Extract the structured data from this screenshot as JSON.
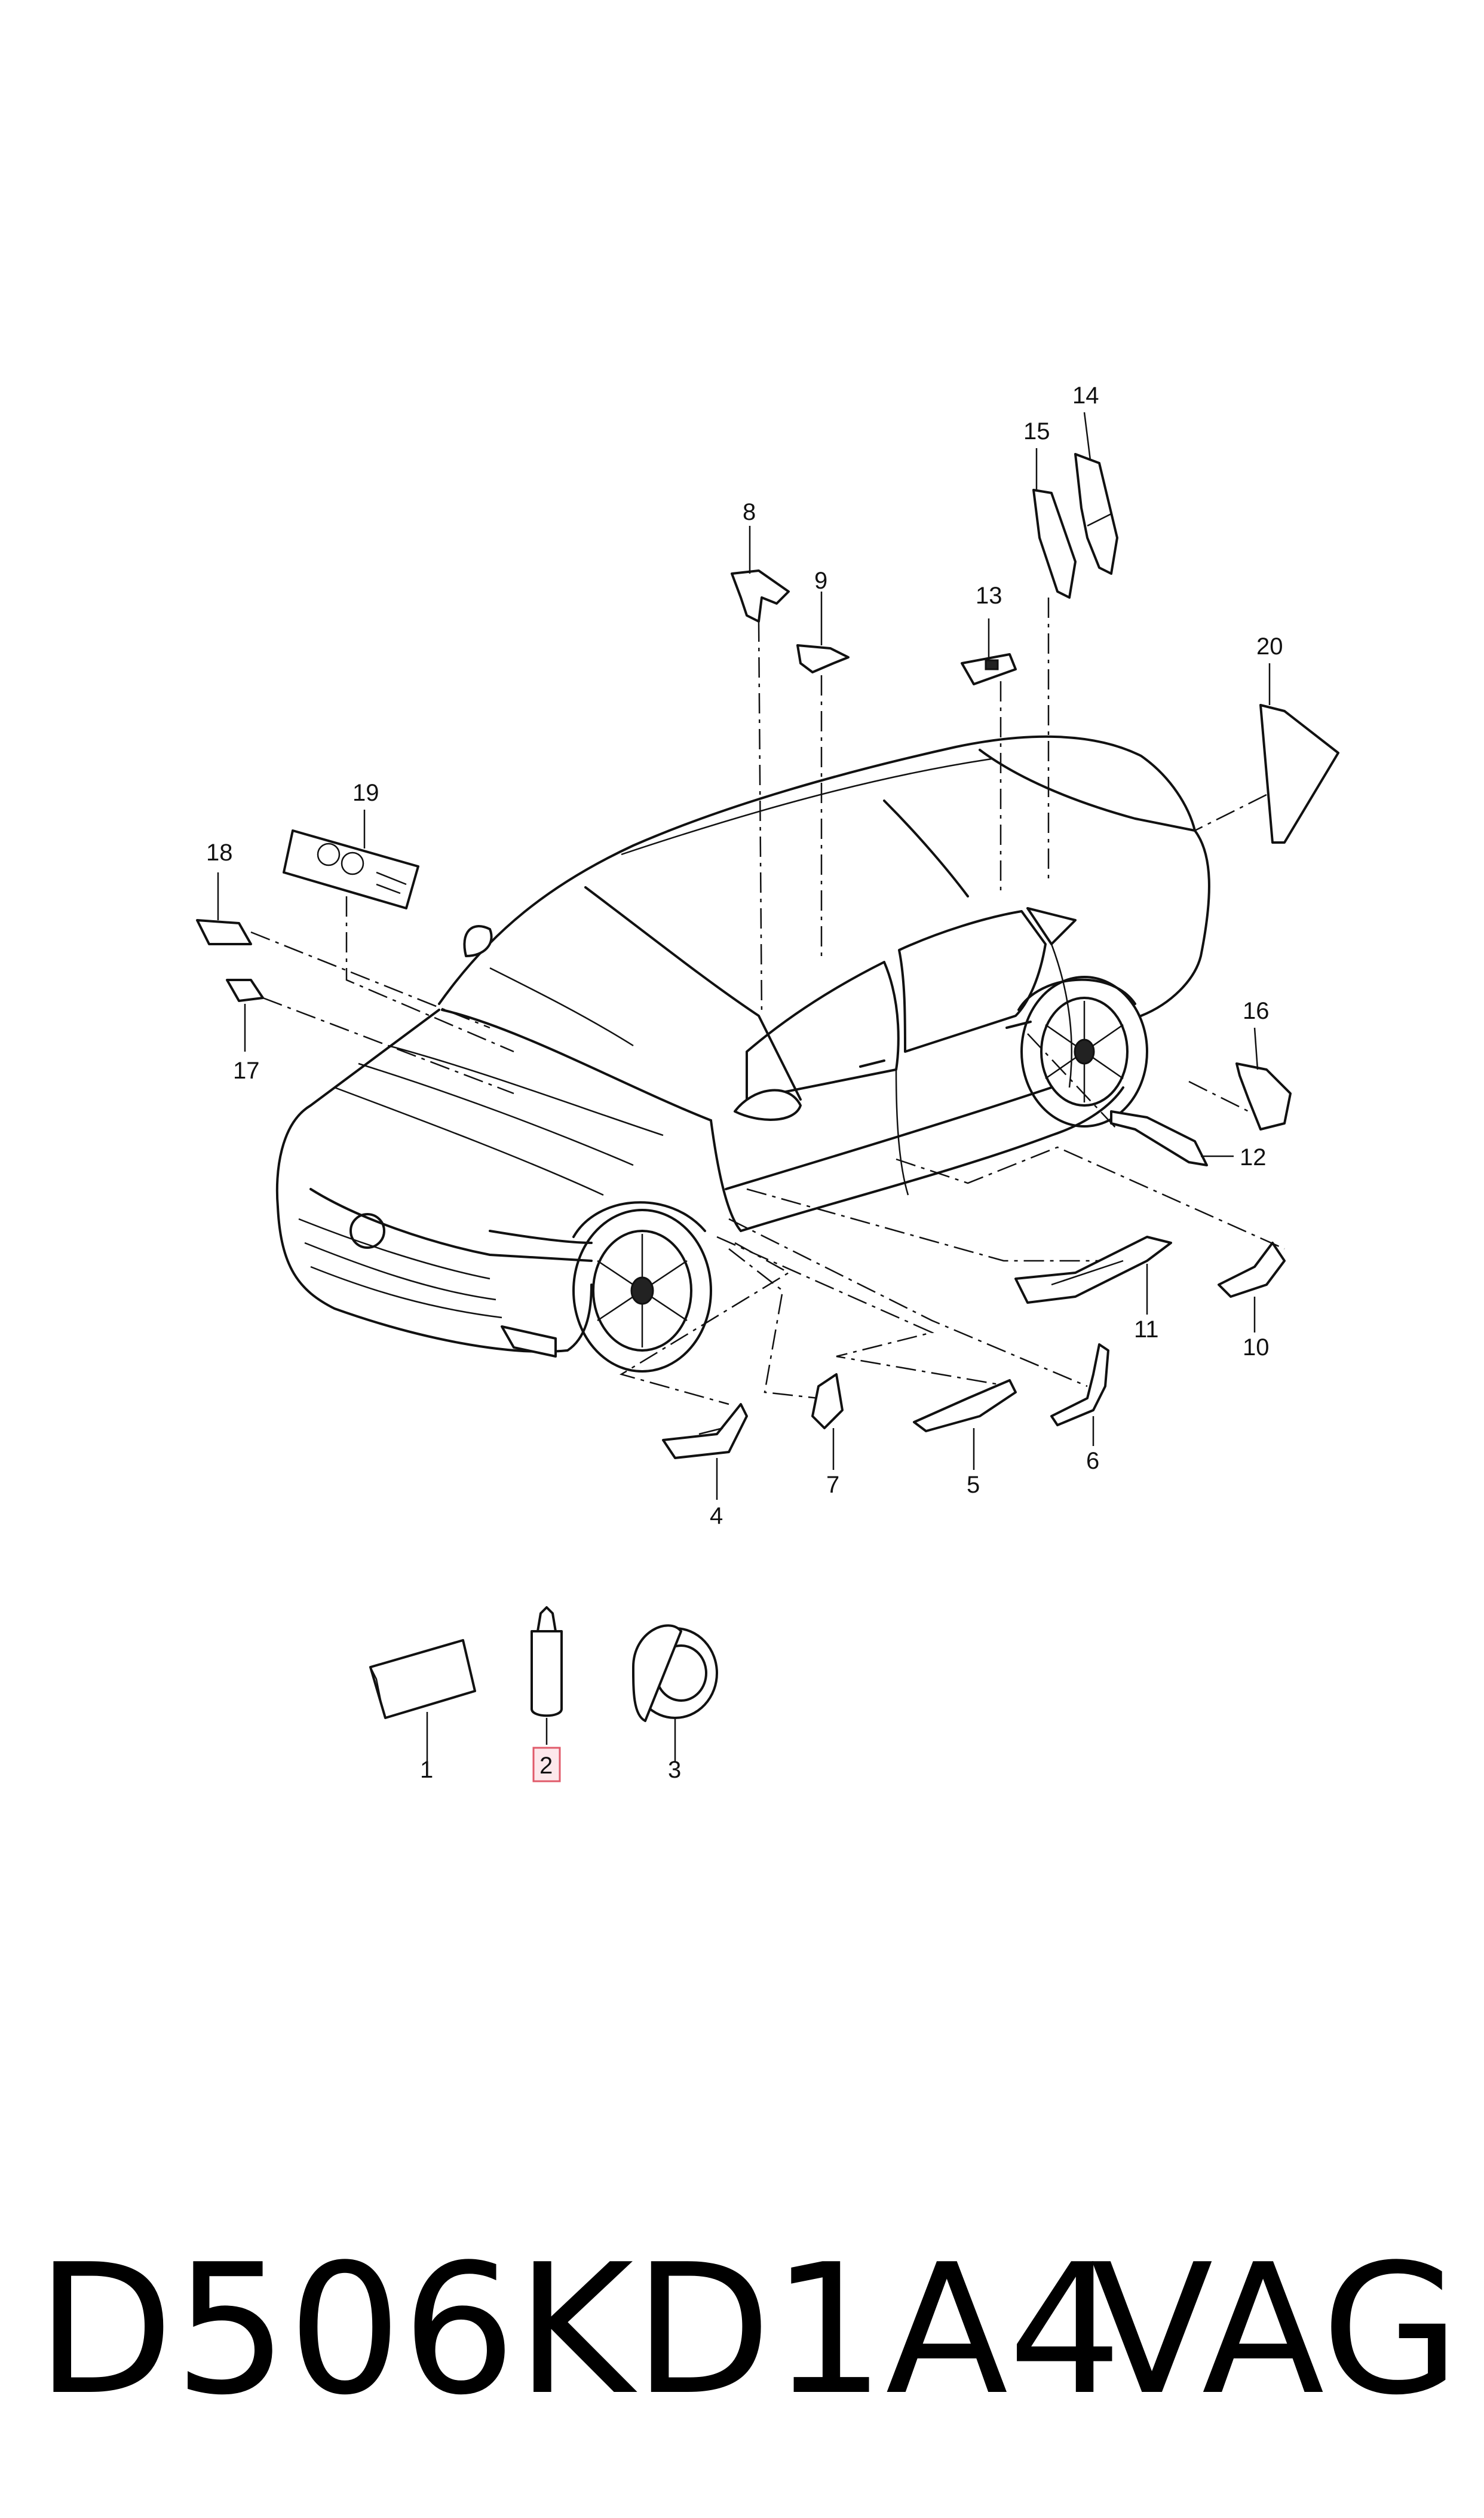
{
  "callouts": {
    "c1": "1",
    "c2": "2",
    "c3": "3",
    "c4": "4",
    "c5": "5",
    "c6": "6",
    "c7": "7",
    "c8": "8",
    "c9": "9",
    "c10": "10",
    "c11": "11",
    "c12": "12",
    "c13": "13",
    "c14": "14",
    "c15": "15",
    "c16": "16",
    "c17": "17",
    "c18": "18",
    "c19": "19",
    "c20": "20"
  },
  "highlight_color": "#e05a6a",
  "footer": {
    "diagram_code": "D506KD1A4",
    "brand": "VAG"
  }
}
